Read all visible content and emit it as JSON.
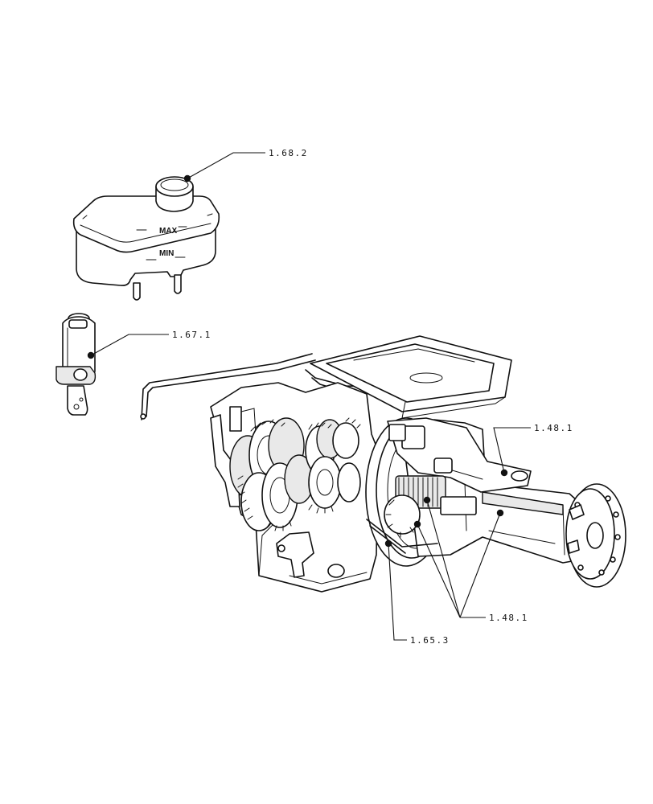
{
  "callouts": {
    "reservoir": "1.68.2",
    "master_cylinder": "1.67.1",
    "axle_housing": "1.48.1",
    "brake_assembly": "1.65.3",
    "final_drive_gears": "1.48.1"
  },
  "reservoir_markings": {
    "max": "MAX",
    "min": "MIN"
  }
}
